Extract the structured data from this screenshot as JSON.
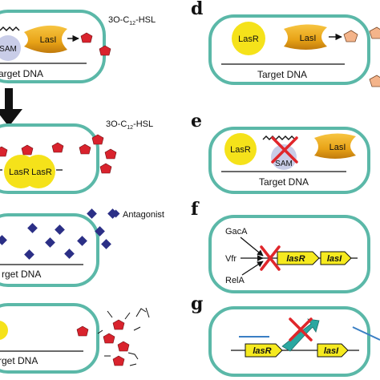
{
  "panel_letters": [
    "d",
    "e",
    "f",
    "g"
  ],
  "molecules": {
    "hsl_prefix": "3O-C",
    "hsl_subscript": "12",
    "hsl_suffix": "-HSL",
    "antagonist": "Antagonist",
    "sam": "SAM"
  },
  "proteins": {
    "lasr": "LasR",
    "lasi": "LasI"
  },
  "labels": {
    "target_dna_partial": "arget DNA",
    "target_dna_partial_2": "rget DNA",
    "target_dna": "Target DNA"
  },
  "regulators": [
    "GacA",
    "Vfr",
    "RelA"
  ],
  "genes": [
    "lasR",
    "lasI"
  ],
  "colors": {
    "membrane": "#5bb8a8",
    "lasr": "#f5e21a",
    "lasi": "#e8a317",
    "sam": "#c9cde8",
    "hsl": "#d9232d",
    "antagonist": "#2b2f86",
    "gene_box": "#f6ea1f",
    "inhibit_x": "#e0262b",
    "arrow_teal": "#2aa7a0",
    "blue_line": "#3a7fc4"
  }
}
